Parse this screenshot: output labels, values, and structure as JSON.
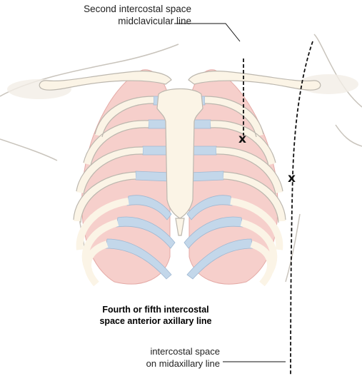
{
  "labels": {
    "top_line1": "Second intercostal space",
    "top_line2": "midclavicular line",
    "middle_line1": "Fourth or fifth intercostal",
    "middle_line2": "space anterior axillary line",
    "bottom_line1": "intercostal space",
    "bottom_line2": "on midaxillary line"
  },
  "markers": [
    "x",
    "x"
  ],
  "colors": {
    "skin_outline": "#c9c4bc",
    "bone": "#fbf4e6",
    "bone_outline": "#bcb7ae",
    "lung": "#f6cfcb",
    "cartilage": "#c3d7ea",
    "guide_line": "#111111"
  }
}
